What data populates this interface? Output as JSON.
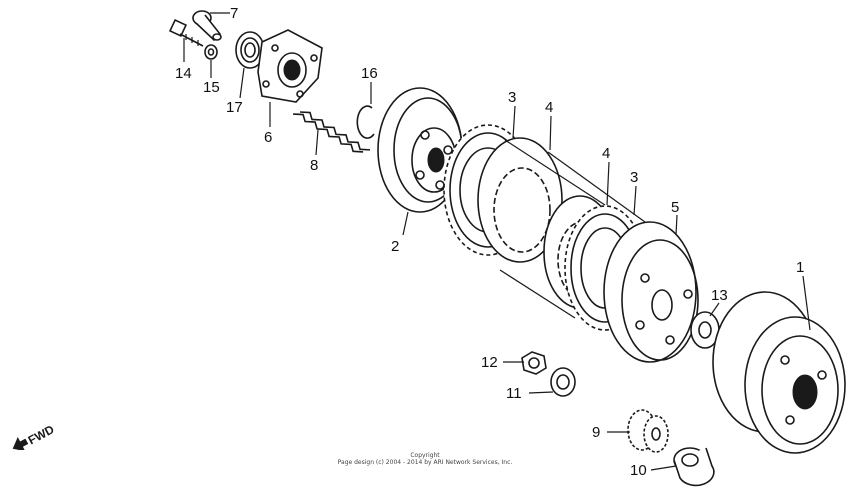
{
  "callouts": [
    {
      "id": "1",
      "label": "1"
    },
    {
      "id": "2",
      "label": "2"
    },
    {
      "id": "3a",
      "label": "3"
    },
    {
      "id": "3b",
      "label": "3"
    },
    {
      "id": "4a",
      "label": "4"
    },
    {
      "id": "4b",
      "label": "4"
    },
    {
      "id": "5",
      "label": "5"
    },
    {
      "id": "6",
      "label": "6"
    },
    {
      "id": "7",
      "label": "7"
    },
    {
      "id": "8",
      "label": "8"
    },
    {
      "id": "9",
      "label": "9"
    },
    {
      "id": "10",
      "label": "10"
    },
    {
      "id": "11",
      "label": "11"
    },
    {
      "id": "12",
      "label": "12"
    },
    {
      "id": "13",
      "label": "13"
    },
    {
      "id": "14",
      "label": "14"
    },
    {
      "id": "15",
      "label": "15"
    },
    {
      "id": "16",
      "label": "16"
    },
    {
      "id": "17",
      "label": "17"
    }
  ],
  "direction_marker": {
    "label": "FWD",
    "icon": "forward-arrow-icon"
  },
  "copyright": {
    "line1": "Copyright",
    "line2": "Page design (c) 2004 - 2014 by ARI Network Services, Inc."
  },
  "colors": {
    "ink": "#1a1a1a",
    "background": "#ffffff"
  }
}
